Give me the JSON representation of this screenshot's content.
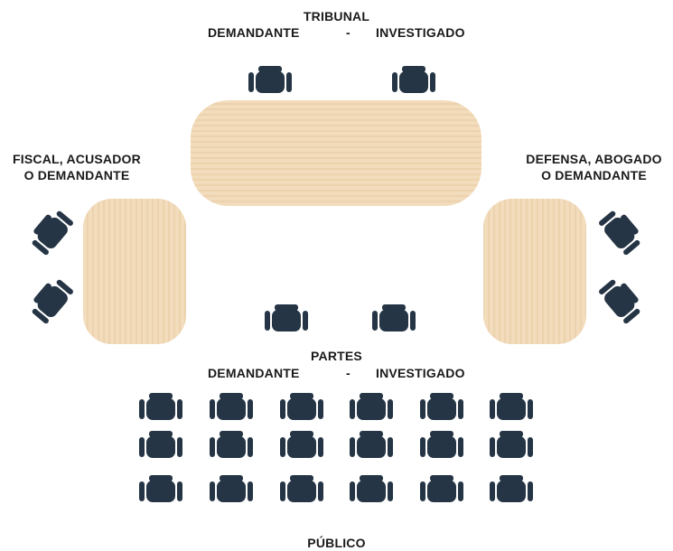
{
  "tribunal": {
    "title": "TRIBUNAL",
    "left": "DEMANDANTE",
    "sep": "-",
    "right": "INVESTIGADO"
  },
  "fiscal": {
    "line1": "FISCAL, ACUSADOR",
    "line2": "O DEMANDANTE"
  },
  "defensa": {
    "line1": "DEFENSA, ABOGADO",
    "line2": "O DEMANDANTE"
  },
  "partes": {
    "title": "PARTES",
    "left": "DEMANDANTE",
    "sep": "-",
    "right": "INVESTIGADO"
  },
  "publico": {
    "title": "PÚBLICO"
  },
  "colors": {
    "chair": "#253545",
    "table_light": "#f2dcbc",
    "table_stripe": "#e8cda6",
    "text": "#1a1a1a"
  },
  "icons": {
    "chair": "office-chair-icon",
    "table": "wood-table"
  },
  "public_seating": {
    "rows": 3,
    "columns": 6
  }
}
